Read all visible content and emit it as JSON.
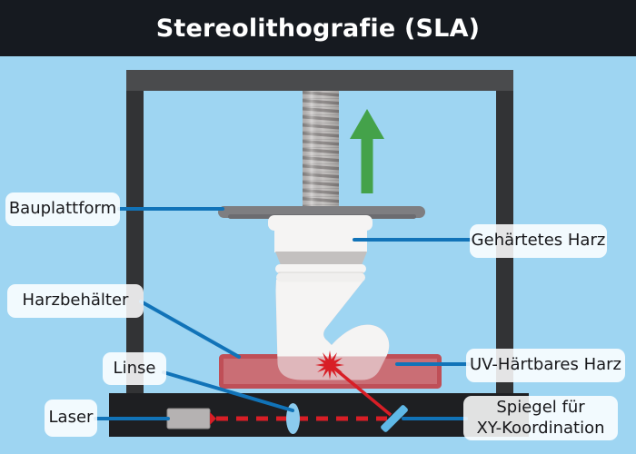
{
  "title": "Stereolithografie (SLA)",
  "labels": {
    "bauplattform": "Bauplattform",
    "gehaertetes_harz": "Gehärtetes Harz",
    "harzbehaelter": "Harzbehälter",
    "linse": "Linse",
    "laser": "Laser",
    "uv_haertbares_harz": "UV-Härtbares Harz",
    "spiegel_line1": "Spiegel für",
    "spiegel_line2": "XY-Koordination"
  },
  "colors": {
    "background": "#9ED5F2",
    "title_bar": "#161A20",
    "leader_blue": "#1173B8",
    "laser_red": "#D81E26",
    "resin_fill": "#CA6E75",
    "resin_border": "#BF4F57",
    "submerged_resin_tint": "#DFB7BB",
    "arrow_green": "#44A24A",
    "frame_gray": "#4A4B4D",
    "frame_dark": "#323335",
    "base_black": "#1E1F22",
    "object_white": "#F5F4F3",
    "lens_blue": "#8BCBEE",
    "mirror_blue": "#5FB8E6"
  }
}
